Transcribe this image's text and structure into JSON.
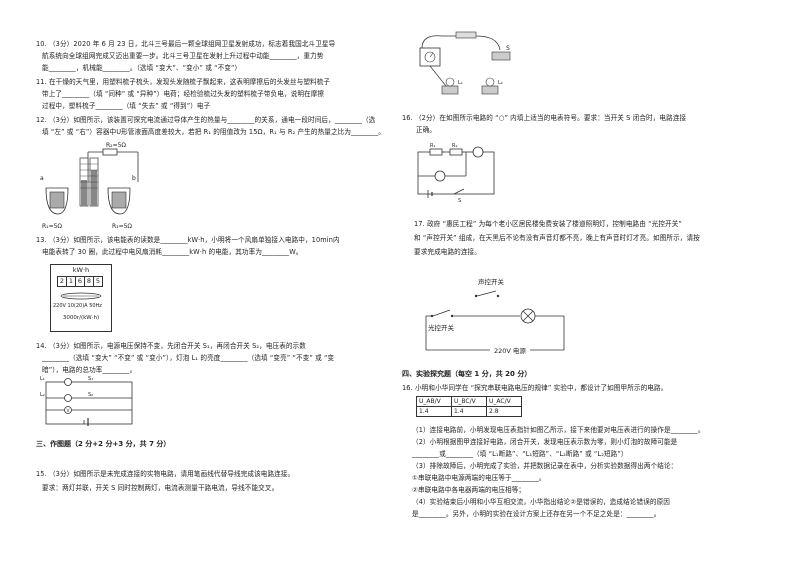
{
  "questions": {
    "q10": [
      "10. （3分）2020 年 6 月 23 日，北斗三号最后一颗全球组网卫星发射成功，标志着我国北斗卫星导",
      "航系统向全球组网完成又迈出重要一步。北斗三号卫星在发射上升过程中动能________，重力势",
      "能________，机械能________。（选填 “变大”、“变小” 或 “不变”）"
    ],
    "q11": [
      "11. 在干燥的天气里，用塑料梳子梳头，发现头发随梳子飘起来，这表明摩擦后的头发丝与塑料梳子",
      "带上了________（填 “同种” 或 “异种”）电荷；经检验梳过头发的塑料梳子带负电，说明在摩擦",
      "过程中，塑料梳子________（填 “失去” 或 “得到”）电子"
    ],
    "q12": [
      "12. （3分）如图所示，该装置可探究电流通过导体产生的热量与________的关系，通电一段时间后，________（选",
      "填 “左” 或 “右”）容器中U形管液面高度差较大，若把 R₁ 的阻值改为 15Ω，R₁ 与 R₂ 产生的热量之比为________。"
    ],
    "q13": [
      "13. （3分）如图所示，该电能表的读数是________kW·h，小明将一个风扇单独接入电路中，10min内",
      "电能表转了 30 圈，此过程中电风扇消耗________kW·h 的电能，其功率为________W。"
    ],
    "q14": [
      "14. （3分）如图所示，电源电压保持不变，先闭合开关 S₁，再闭合开关 S₂，电压表的示数",
      "________（选填 “变大” “不变” 或 “变小”），灯泡 L₁ 的亮度________（选填 “变亮” “不变” 或 “变",
      "暗”），电路的总功率________。"
    ],
    "q15": [
      "15. （3分）如图所示是未完成连接的实物电路，请用笔画线代替导线完成该电路连接。",
      "要求：两灯并联，开关 S 同时控制两灯，电流表测量干路电流，导线不能交叉。"
    ],
    "q16a": [
      "16. （2分）在如图所示电路的 “○” 内填上适当的电表符号。要求：当开关 S 闭合时，电路连接",
      "正确。"
    ],
    "q17": [
      "17. 政府 “惠民工程” 为每个老小区居民楼免费安装了楼道照明灯，控制电路由 “光控开关”",
      "和 “声控开关” 组成，在天黑后不论有没有声音灯都不亮，晚上有声音时灯才亮。如图所示，请按",
      "要求完成电路的连接。"
    ],
    "q16b": [
      "16. 小明和小华同学在 “探究串联电路电压的规律” 实验中，都设计了如图甲所示的电路。",
      "（1）连接电路前，小明发现电压表指针如图乙所示，接下来他要对电压表进行的操作是________。",
      "（2）小明根据图甲连接好电路，闭合开关，发现电压表示数为零，则小灯泡的故障可能是",
      "________或________（填 “L₁断路”、“L₁短路”、“L₂断路” 或 “L₂短路”）",
      "（3）排除故障后，小明完成了实验，并把数据记录在表中，分析实验数据得出两个结论：",
      "①串联电路中电源两端的电压等于________。",
      "②串联电路中各电器两端的电压相等；",
      "（4）实验结束后小明和小华互相交流，小华指出结论②是错误的，造成结论错误的原因",
      "是________。另外，小明的实验在设计方案上还存在另一个不足之处是：________。"
    ]
  },
  "sections": {
    "drawing": "三、作图题（2 分+2 分+3 分，共 7 分）",
    "experiment": "四、实验探究题（每空 1 分，共 20 分）"
  },
  "figure_labels": {
    "r2": "R₂=5Ω",
    "r1": "R₁=5Ω",
    "r3": "R₃=5Ω",
    "a": "a",
    "b": "b",
    "s1": "S₁",
    "s2": "S₂",
    "l1": "L₁",
    "l2": "L₂",
    "v": "V",
    "rr1": "R₁",
    "rr2": "R₂",
    "s": "S",
    "sound_switch": "声控开关",
    "light_switch": "光控开关",
    "mains": "220V 电源",
    "l1c": "L₁",
    "l2c": "L₂",
    "sc": "S"
  },
  "meter": {
    "unit": "kW·h",
    "digits": [
      "2",
      "1",
      "6",
      "8",
      "5"
    ],
    "spec": "220V 10(20)A 50Hz",
    "rate": "3000r/(kW·h)"
  },
  "table": {
    "headers": [
      "U_AB/V",
      "U_BC/V",
      "U_AC/V"
    ],
    "values": [
      "1.4",
      "1.4",
      "2.8"
    ]
  }
}
